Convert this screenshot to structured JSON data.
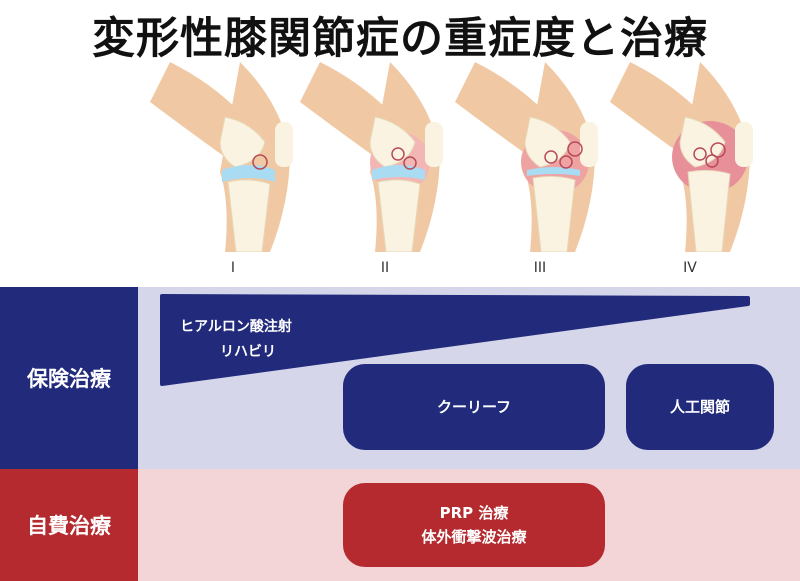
{
  "title": "変形性膝関節症の重症度と治療",
  "grades": [
    "I",
    "II",
    "III",
    "IV"
  ],
  "insurance_label": "保険治療",
  "self_pay_label": "自費治療",
  "wedge": {
    "line1": "ヒアルロン酸注射",
    "line2": "リハビリ"
  },
  "treatments": {
    "kuri": "クーリーフ",
    "jinko": "人工関節",
    "prp_line1": "PRP 治療",
    "prp_line2": "体外衝撃波治療"
  },
  "colors": {
    "navy": "#222b7b",
    "red": "#b52a2f",
    "insurance_bg": "#d6d6ea",
    "self_bg": "#f3d5d7"
  }
}
